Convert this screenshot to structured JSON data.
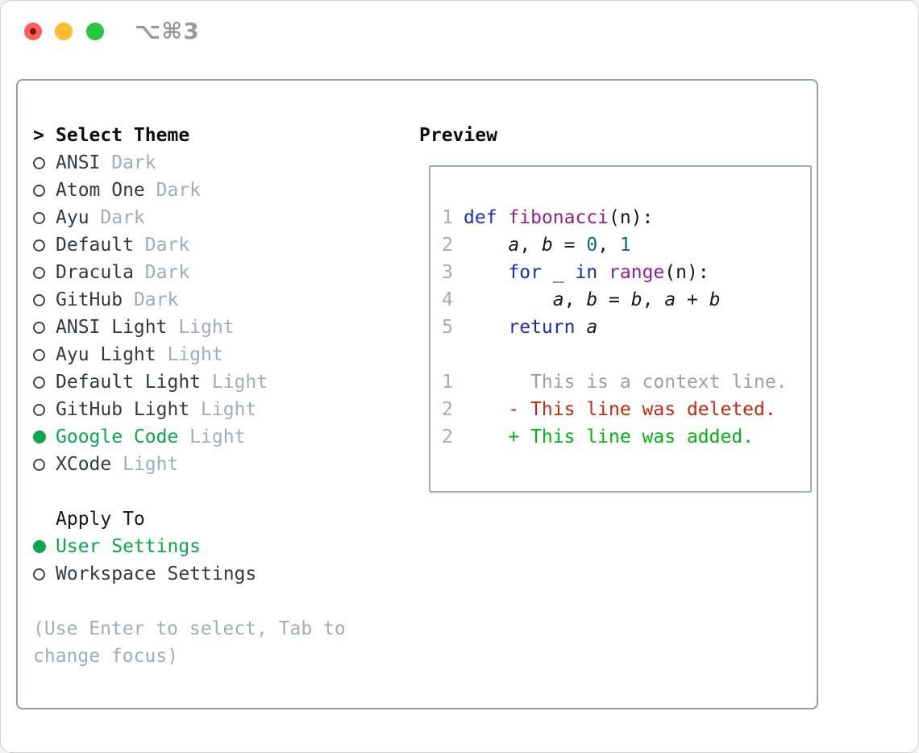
{
  "titlebar": {
    "shortcut": "⌥⌘3"
  },
  "theme_list": {
    "prompt": ">",
    "title": "Select Theme",
    "items": [
      {
        "name": "ANSI",
        "variant": "Dark",
        "selected": false
      },
      {
        "name": "Atom One",
        "variant": "Dark",
        "selected": false
      },
      {
        "name": "Ayu",
        "variant": "Dark",
        "selected": false
      },
      {
        "name": "Default",
        "variant": "Dark",
        "selected": false
      },
      {
        "name": "Dracula",
        "variant": "Dark",
        "selected": false
      },
      {
        "name": "GitHub",
        "variant": "Dark",
        "selected": false
      },
      {
        "name": "ANSI Light",
        "variant": "Light",
        "selected": false
      },
      {
        "name": "Ayu Light",
        "variant": "Light",
        "selected": false
      },
      {
        "name": "Default Light",
        "variant": "Light",
        "selected": false
      },
      {
        "name": "GitHub Light",
        "variant": "Light",
        "selected": false
      },
      {
        "name": "Google Code",
        "variant": "Light",
        "selected": true
      },
      {
        "name": "XCode",
        "variant": "Light",
        "selected": false
      }
    ]
  },
  "apply_to": {
    "title": "Apply To",
    "options": [
      {
        "label": "User Settings",
        "selected": true
      },
      {
        "label": "Workspace Settings",
        "selected": false
      }
    ]
  },
  "hint": "(Use Enter to select, Tab to change focus)",
  "preview": {
    "title": "Preview",
    "code_lines": [
      {
        "num": "1",
        "segments": [
          {
            "text": "def ",
            "style": "kw"
          },
          {
            "text": "fibonacci",
            "style": "fn"
          },
          {
            "text": "(n):",
            "style": "plain"
          }
        ]
      },
      {
        "num": "2",
        "segments": [
          {
            "text": "    ",
            "style": "plain"
          },
          {
            "text": "a",
            "style": "var"
          },
          {
            "text": ", ",
            "style": "plain"
          },
          {
            "text": "b",
            "style": "var"
          },
          {
            "text": " = ",
            "style": "plain"
          },
          {
            "text": "0",
            "style": "num"
          },
          {
            "text": ", ",
            "style": "plain"
          },
          {
            "text": "1",
            "style": "num"
          }
        ]
      },
      {
        "num": "3",
        "segments": [
          {
            "text": "    ",
            "style": "plain"
          },
          {
            "text": "for",
            "style": "kw"
          },
          {
            "text": " _ ",
            "style": "plain"
          },
          {
            "text": "in",
            "style": "kw"
          },
          {
            "text": " ",
            "style": "plain"
          },
          {
            "text": "range",
            "style": "fn"
          },
          {
            "text": "(n):",
            "style": "plain"
          }
        ]
      },
      {
        "num": "4",
        "segments": [
          {
            "text": "        ",
            "style": "plain"
          },
          {
            "text": "a",
            "style": "var"
          },
          {
            "text": ", ",
            "style": "plain"
          },
          {
            "text": "b",
            "style": "var"
          },
          {
            "text": " = ",
            "style": "plain"
          },
          {
            "text": "b",
            "style": "var"
          },
          {
            "text": ", ",
            "style": "plain"
          },
          {
            "text": "a",
            "style": "var"
          },
          {
            "text": " + ",
            "style": "plain"
          },
          {
            "text": "b",
            "style": "var"
          }
        ]
      },
      {
        "num": "5",
        "segments": [
          {
            "text": "    ",
            "style": "plain"
          },
          {
            "text": "return",
            "style": "kw"
          },
          {
            "text": " ",
            "style": "plain"
          },
          {
            "text": "a",
            "style": "var"
          }
        ]
      },
      {
        "num": "",
        "segments": []
      },
      {
        "num": "1",
        "segments": [
          {
            "text": "      This is a context line.",
            "style": "ctx"
          }
        ]
      },
      {
        "num": "2",
        "segments": [
          {
            "text": "    - This line was deleted.",
            "style": "del"
          }
        ]
      },
      {
        "num": "2",
        "segments": [
          {
            "text": "    + This line was added.",
            "style": "add"
          }
        ]
      }
    ]
  },
  "colors": {
    "accent_green": "#0aa84c",
    "diff_added": "#00b70f",
    "diff_deleted": "#c5290f",
    "syntax_keyword": "#1e2bb8",
    "syntax_function": "#941f94",
    "syntax_number": "#0e6b6b",
    "muted_gray": "#a3acb9",
    "traffic_red": "#ff5f57",
    "traffic_yellow": "#febc2e",
    "traffic_green": "#27c83f"
  }
}
